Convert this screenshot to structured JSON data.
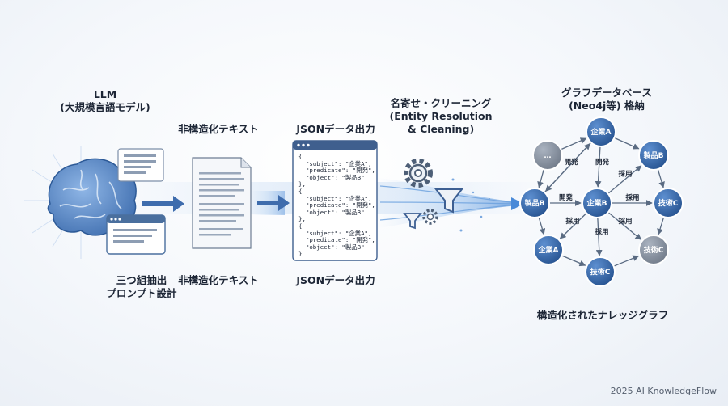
{
  "labels": {
    "llm_title": "LLM",
    "llm_sub": "(大規模言語モデル)",
    "prompt_1": "三つ組抽出",
    "prompt_2": "プロンプト設計",
    "text_top": "非構造化テキスト",
    "text_bottom": "非構造化テキスト",
    "json_top": "JSONデータ出力",
    "json_bottom": "JSONデータ出力",
    "clean_1": "名寄せ・クリーニング",
    "clean_2": "(Entity Resolution",
    "clean_3": "& Cleaning)",
    "graphdb_1": "グラフデータベース",
    "graphdb_2": "(Neo4j等) 格納",
    "graph_caption": "構造化されたナレッジグラフ",
    "footer": "2025 AI KnowledgeFlow"
  },
  "json_lines": [
    "{",
    "  \"subject\": \"企業A\",",
    "  \"predicate\": \"開発\",",
    "  \"object\": \"製品B\"",
    "},",
    "{",
    "  \"subject\": \"企業A\",",
    "  \"predicate\": \"開発\",",
    "  \"object\": \"製品B\"",
    "},",
    "{",
    "  \"subject\": \"企業A\",",
    "  \"predicate\": \"開発\",",
    "  \"object\": \"製品B\"",
    "}"
  ],
  "graph": {
    "nodes": [
      {
        "id": "dots",
        "label": "…",
        "style": "grey"
      },
      {
        "id": "kigyoA_top",
        "label": "企業A",
        "style": "blue"
      },
      {
        "id": "seihinB_top",
        "label": "製品B",
        "style": "blue"
      },
      {
        "id": "seihinB_left",
        "label": "製品B",
        "style": "blue"
      },
      {
        "id": "kigyoB",
        "label": "企業B",
        "style": "blue"
      },
      {
        "id": "gijutsuC_right",
        "label": "技術C",
        "style": "blue"
      },
      {
        "id": "kigyoA_bottom",
        "label": "企業A",
        "style": "blue"
      },
      {
        "id": "gijutsuC_bottom",
        "label": "技術C",
        "style": "blue"
      },
      {
        "id": "gijutsuC_br",
        "label": "技術C",
        "style": "grey"
      }
    ],
    "edges": [
      {
        "from": "dots",
        "to": "kigyoA_top",
        "label": ""
      },
      {
        "from": "kigyoA_top",
        "to": "seihinB_top",
        "label": ""
      },
      {
        "from": "dots",
        "to": "seihinB_left",
        "label": ""
      },
      {
        "from": "kigyoA_top",
        "to": "seihinB_left",
        "label": "開発"
      },
      {
        "from": "kigyoA_top",
        "to": "kigyoB",
        "label": "開発"
      },
      {
        "from": "kigyoB",
        "to": "seihinB_top",
        "label": "採用"
      },
      {
        "from": "seihinB_top",
        "to": "gijutsuC_right",
        "label": ""
      },
      {
        "from": "seihinB_left",
        "to": "kigyoB",
        "label": "開発"
      },
      {
        "from": "kigyoB",
        "to": "gijutsuC_right",
        "label": "採用"
      },
      {
        "from": "seihinB_left",
        "to": "kigyoA_bottom",
        "label": ""
      },
      {
        "from": "kigyoB",
        "to": "kigyoA_bottom",
        "label": "採用"
      },
      {
        "from": "kigyoB",
        "to": "gijutsuC_bottom",
        "label": "採用"
      },
      {
        "from": "kigyoB",
        "to": "gijutsuC_br",
        "label": "採用"
      },
      {
        "from": "gijutsuC_right",
        "to": "gijutsuC_br",
        "label": ""
      },
      {
        "from": "kigyoA_bottom",
        "to": "gijutsuC_bottom",
        "label": ""
      },
      {
        "from": "gijutsuC_bottom",
        "to": "gijutsuC_br",
        "label": ""
      },
      {
        "from": "seihinB_left",
        "to": "kigyoA_top",
        "label": ""
      }
    ]
  },
  "colors": {
    "node_blue": "#2f5f9e",
    "node_grey": "#7f8a99",
    "brain": "#4a78b5",
    "accent": "#3d6eb0"
  }
}
